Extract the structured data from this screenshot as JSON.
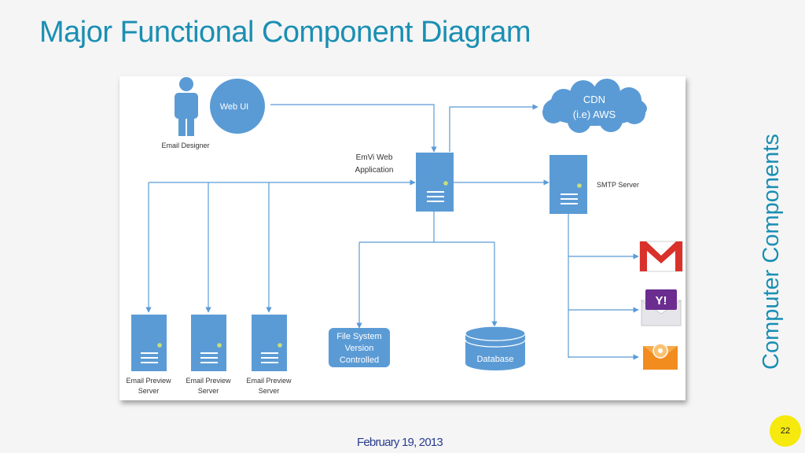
{
  "slide": {
    "title": "Major Functional Component Diagram",
    "side_title": "Computer Components",
    "date": "February 19, 2013",
    "page_number": "22"
  },
  "diagram": {
    "web_ui_label": "Web UI",
    "email_designer_label": "Email Designer",
    "cdn_label_line1": "CDN",
    "cdn_label_line2": "(i.e) AWS",
    "web_app_label_line1": "EmVi Web",
    "web_app_label_line2": "Application",
    "smtp_label": "SMTP Server",
    "preview_servers": [
      {
        "line1": "Email Preview",
        "line2": "Server"
      },
      {
        "line1": "Email Preview",
        "line2": "Server"
      },
      {
        "line1": "Email Preview",
        "line2": "Server"
      }
    ],
    "file_system_lines": [
      "File System",
      "Version",
      "Controlled"
    ],
    "database_label": "Database",
    "email_clients": [
      "gmail-icon",
      "yahoo-mail-icon",
      "generic-mail-icon"
    ]
  },
  "colors": {
    "accent": "#1a8fb3",
    "node_blue": "#5b9bd5",
    "line_blue": "#5b9bd5",
    "badge_yellow": "#f5e90d",
    "footer_blue": "#2a3d90"
  }
}
